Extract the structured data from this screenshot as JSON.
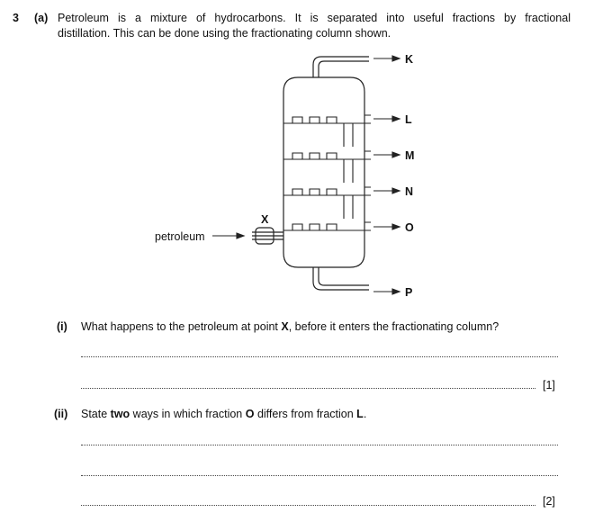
{
  "question": {
    "number": "3",
    "part_a": "(a)",
    "intro_line1": "Petroleum is a mixture of hydrocarbons. It is separated into useful fractions by fractional",
    "intro_line2": "distillation. This can be done using the fractionating column shown."
  },
  "diagram": {
    "input_label": "petroleum",
    "heater_label": "X",
    "fractions": [
      "K",
      "L",
      "M",
      "N",
      "O",
      "P"
    ]
  },
  "part_i": {
    "label": "(i)",
    "text_before": "What happens to the petroleum at point ",
    "text_bold": "X",
    "text_after": ", before it enters the fractionating column?",
    "marks": "[1]"
  },
  "part_ii": {
    "label": "(ii)",
    "text_before": "State ",
    "text_bold1": "two",
    "text_mid": " ways in which fraction ",
    "text_bold2": "O",
    "text_mid2": " differs from fraction ",
    "text_bold3": "L",
    "text_after": ".",
    "marks": "[2]"
  }
}
